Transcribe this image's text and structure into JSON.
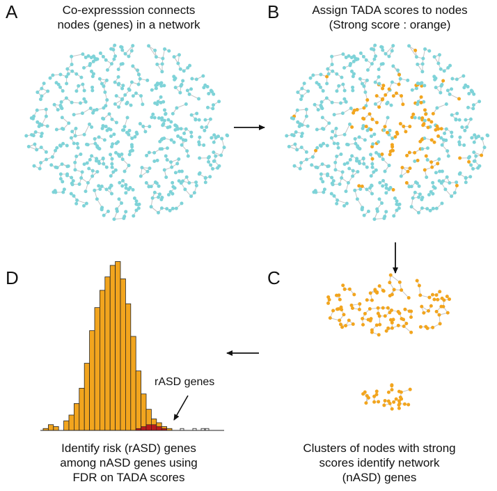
{
  "panels": {
    "A": {
      "letter": "A",
      "caption_lines": [
        "Co-expresssion connects",
        "nodes (genes) in a network"
      ]
    },
    "B": {
      "letter": "B",
      "caption_lines": [
        "Assign TADA scores to nodes",
        "(Strong score : orange)"
      ]
    },
    "C": {
      "letter": "C",
      "caption_lines": [
        "Clusters of nodes with strong",
        "scores identify network",
        "(nASD) genes"
      ]
    },
    "D": {
      "letter": "D",
      "caption_lines": [
        "Identify risk (rASD) genes",
        "among nASD genes using",
        "FDR on TADA scores"
      ],
      "annotation": "rASD genes"
    }
  },
  "colors": {
    "node_default": "#7ed3d8",
    "node_strong": "#f2a51e",
    "edge": "#c4c4c4",
    "bar_main": "#f2a51e",
    "bar_risk": "#b71c1c",
    "arrow": "#111111"
  },
  "chart_data": {
    "type": "bar",
    "series": [
      {
        "name": "",
        "color": "#f2a51e",
        "values": [
          1,
          3,
          2,
          0,
          5,
          8,
          14,
          22,
          35,
          52,
          64,
          73,
          80,
          86,
          88,
          79,
          66,
          49,
          31,
          19,
          11,
          6,
          4,
          2,
          1
        ]
      },
      {
        "name": "",
        "color": "#b71c1c",
        "values": [
          0,
          0,
          0,
          0,
          0,
          0,
          0,
          0,
          0,
          0,
          0,
          0,
          0,
          0,
          0,
          0,
          0,
          0,
          1,
          2,
          3,
          3,
          2,
          1,
          0
        ]
      }
    ],
    "tail": [
      0,
      1,
      0,
      0,
      1,
      0,
      1,
      1
    ],
    "annotation": "rASD genes"
  }
}
